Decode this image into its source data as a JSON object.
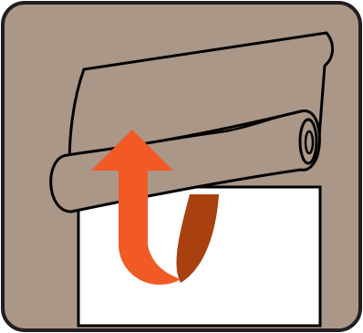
{
  "illustration": {
    "icon": "roll-up-blind-icon",
    "colors": {
      "background": "#ffffff",
      "panel": "#aa9788",
      "panel_stroke": "#231f20",
      "window": "#ffffff",
      "shade": "#aa9788",
      "line": "#000000",
      "arrow_front": "#f15a24",
      "arrow_back": "#a9400f"
    },
    "parts": [
      "panel",
      "window-opening",
      "shade-fabric",
      "shade-roll",
      "roll-up-arrow"
    ]
  }
}
